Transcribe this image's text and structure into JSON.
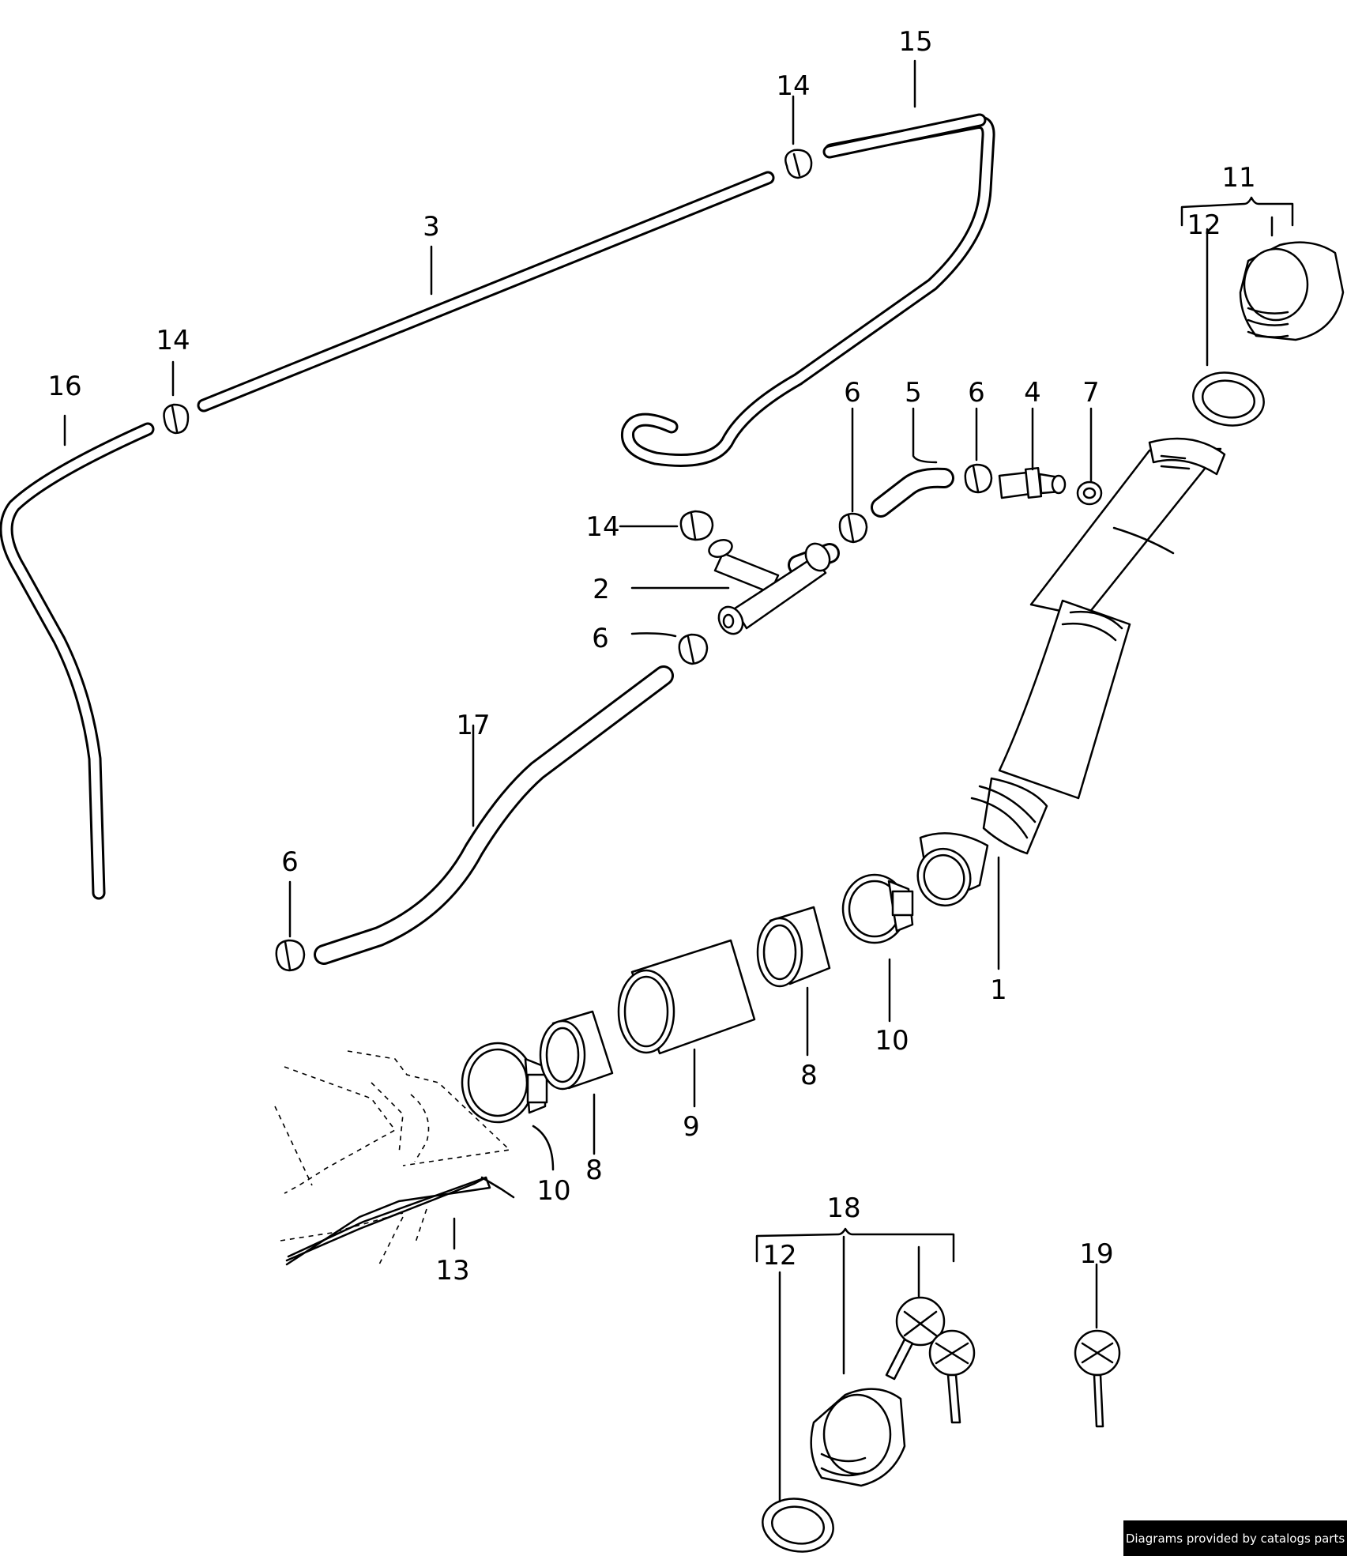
{
  "callouts": [
    {
      "id": "c15",
      "text": "15"
    },
    {
      "id": "c14a",
      "text": "14"
    },
    {
      "id": "c3",
      "text": "3"
    },
    {
      "id": "c11",
      "text": "11"
    },
    {
      "id": "c12a",
      "text": "12"
    },
    {
      "id": "c14b",
      "text": "14"
    },
    {
      "id": "c16",
      "text": "16"
    },
    {
      "id": "c6a",
      "text": "6"
    },
    {
      "id": "c5",
      "text": "5"
    },
    {
      "id": "c6b",
      "text": "6"
    },
    {
      "id": "c4",
      "text": "4"
    },
    {
      "id": "c7",
      "text": "7"
    },
    {
      "id": "c14c",
      "text": "14"
    },
    {
      "id": "c2",
      "text": "2"
    },
    {
      "id": "c6c",
      "text": "6"
    },
    {
      "id": "c17",
      "text": "17"
    },
    {
      "id": "c6d",
      "text": "6"
    },
    {
      "id": "c1",
      "text": "1"
    },
    {
      "id": "c10a",
      "text": "10"
    },
    {
      "id": "c8a",
      "text": "8"
    },
    {
      "id": "c9",
      "text": "9"
    },
    {
      "id": "c8b",
      "text": "8"
    },
    {
      "id": "c10b",
      "text": "10"
    },
    {
      "id": "c13",
      "text": "13"
    },
    {
      "id": "c18",
      "text": "18"
    },
    {
      "id": "c12b",
      "text": "12"
    },
    {
      "id": "c19",
      "text": "19"
    }
  ],
  "footer": {
    "text": "Diagrams provided by catalogs parts"
  }
}
